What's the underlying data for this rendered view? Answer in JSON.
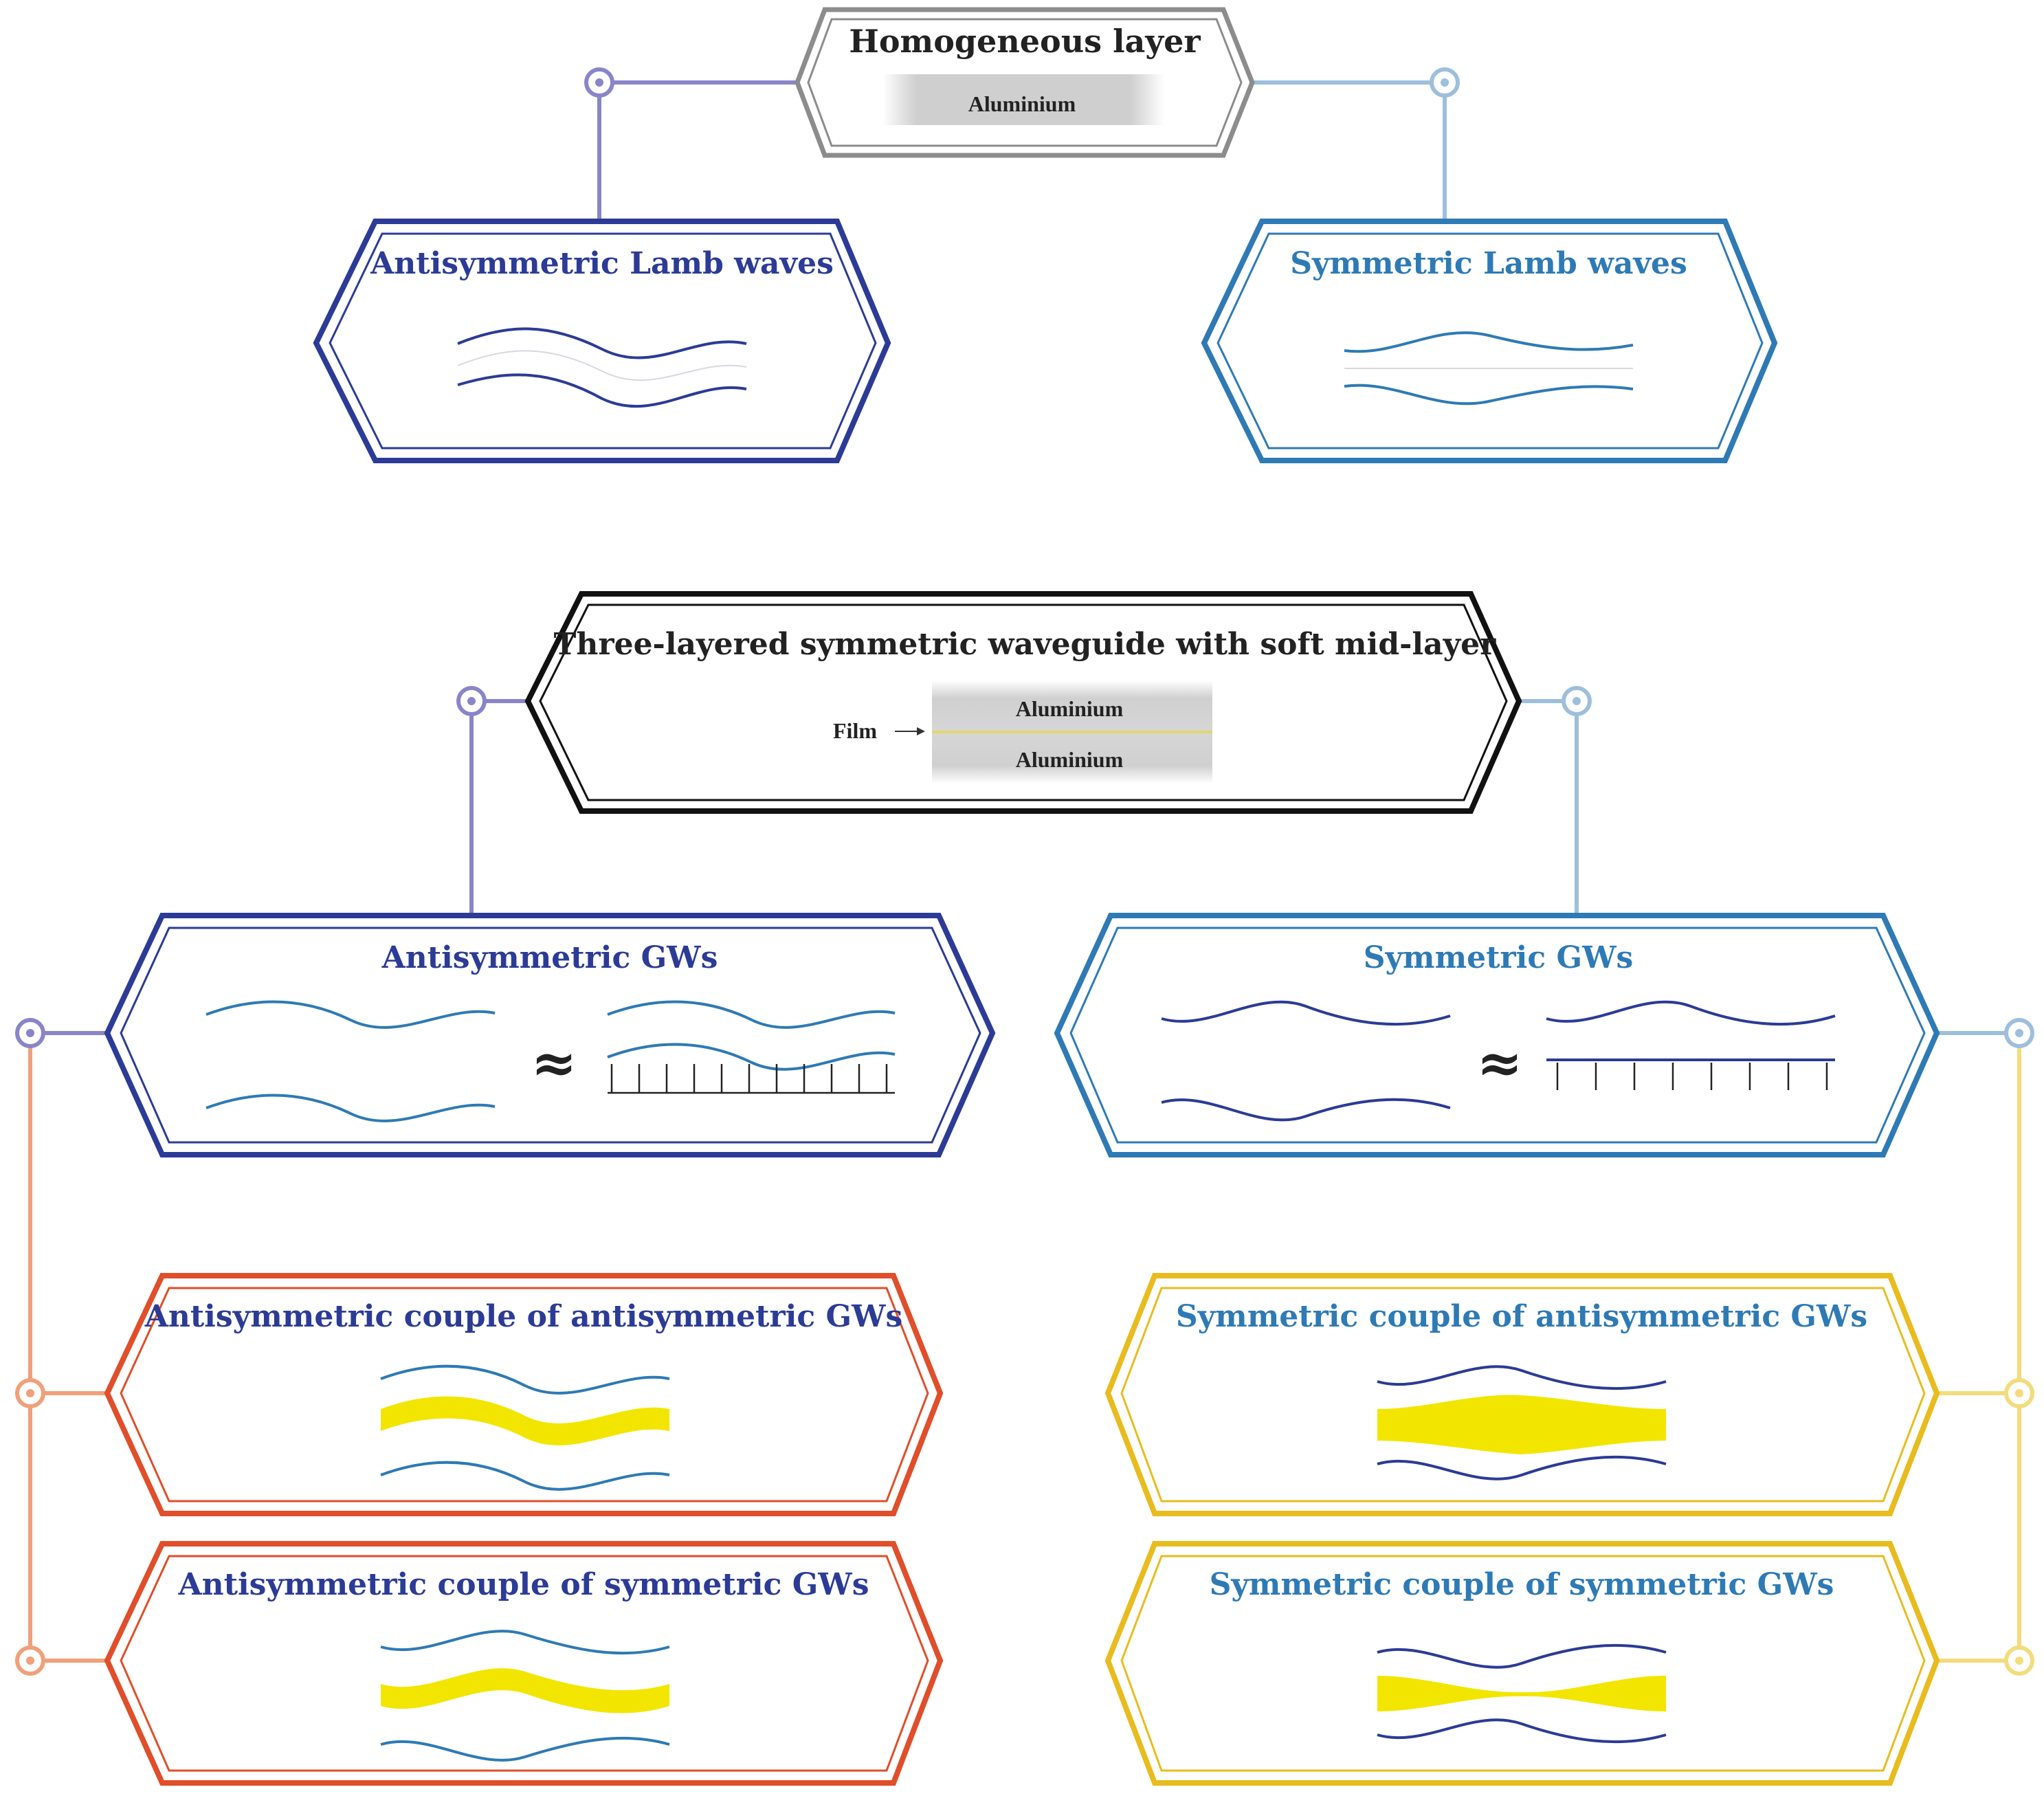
{
  "colors": {
    "grey": "#8c8c8c",
    "black": "#111111",
    "dark_blue": "#2b3b96",
    "mid_blue": "#2e7ab5",
    "purple_connector": "#8a85c8",
    "light_blue_connector": "#9dbfdc",
    "orange": "#e04e2a",
    "orange_connector": "#f0a07a",
    "yellow": "#e8bc1e",
    "yellow_connector": "#f2dc7c",
    "fill_yellow": "#f2e600",
    "material_grey": "#cfcfcf",
    "film_line": "#e6d84a"
  },
  "top": {
    "title": "Homogeneous layer",
    "material": "Aluminium"
  },
  "lamb": {
    "antisymmetric": "Antisymmetric Lamb waves",
    "symmetric": "Symmetric Lamb waves"
  },
  "three_layer": {
    "title": "Three-layered symmetric waveguide with soft mid-layer",
    "upper_material": "Aluminium",
    "lower_material": "Aluminium",
    "film_label": "Film"
  },
  "gws": {
    "antisymmetric": "Antisymmetric GWs",
    "symmetric": "Symmetric GWs",
    "approx_symbol": "≈"
  },
  "couples": {
    "anti_anti": "Antisymmetric couple of antisymmetric GWs",
    "anti_sym": "Antisymmetric couple of symmetric GWs",
    "sym_anti": "Symmetric couple of antisymmetric GWs",
    "sym_sym": "Symmetric couple of symmetric GWs"
  }
}
